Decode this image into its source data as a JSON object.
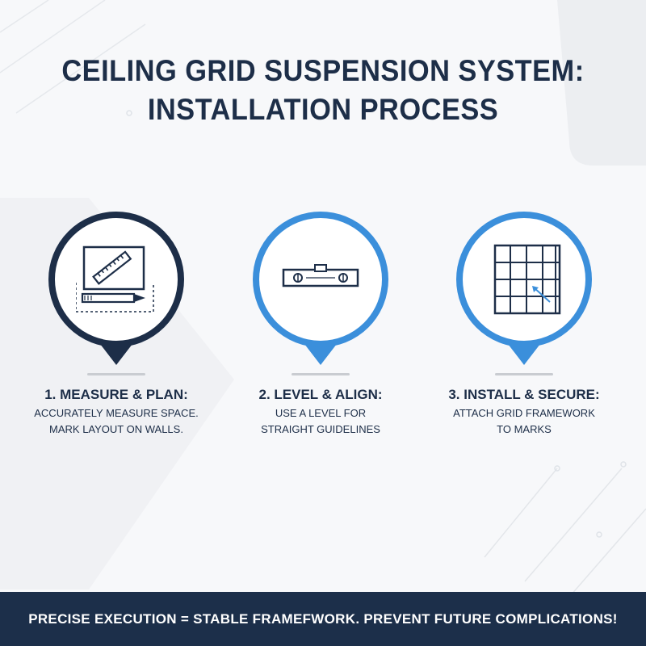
{
  "colors": {
    "navy": "#1d2e48",
    "blue": "#3b8fdb",
    "background": "#f7f8fa",
    "footer_bg": "#1c2f4a"
  },
  "title": {
    "line1": "CEILING GRID SUSPENSION SYSTEM:",
    "line2": "INSTALLATION PROCESS"
  },
  "steps": [
    {
      "icon": "ruler-pencil-icon",
      "ring_color": "#1d2e48",
      "title": "1. MEASURE & PLAN:",
      "desc_line1": "ACCURATELY MEASURE SPACE.",
      "desc_line2": "MARK LAYOUT ON WALLS."
    },
    {
      "icon": "spirit-level-icon",
      "ring_color": "#3b8fdb",
      "title": "2. LEVEL & ALIGN:",
      "desc_line1": "USE A LEVEL FOR",
      "desc_line2": "STRAIGHT GUIDELINES"
    },
    {
      "icon": "ceiling-grid-icon",
      "ring_color": "#3b8fdb",
      "title": "3. INSTALL & SECURE:",
      "desc_line1": "ATTACH GRID FRAMEWORK",
      "desc_line2": "TO MARKS"
    }
  ],
  "footer": {
    "text": "PRECISE EXECUTION = STABLE FRAMEFWORK. PREVENT FUTURE COMPLICATIONS!"
  }
}
